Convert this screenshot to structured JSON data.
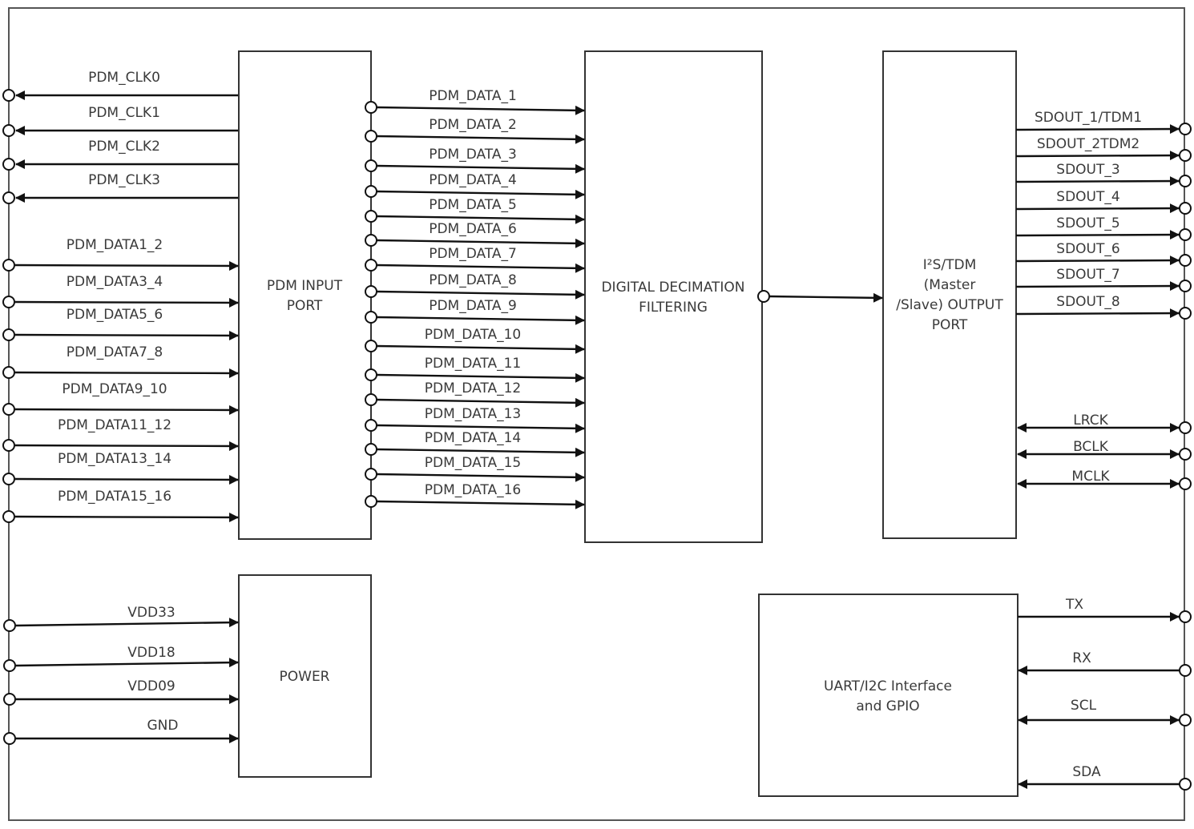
{
  "diagram": {
    "blocks": {
      "pdm_input": {
        "lines": [
          "PDM INPUT",
          "PORT"
        ]
      },
      "decimation": {
        "lines": [
          "DIGITAL DECIMATION",
          "FILTERING"
        ]
      },
      "output_port": {
        "lines": [
          "I²S/TDM",
          "(Master",
          "/Slave) OUTPUT",
          "PORT"
        ]
      },
      "power": {
        "lines": [
          "POWER"
        ]
      },
      "uart": {
        "lines": [
          "UART/I2C  Interface",
          "and GPIO"
        ]
      }
    },
    "pdm_clocks": [
      "PDM_CLK0",
      "PDM_CLK1",
      "PDM_CLK2",
      "PDM_CLK3"
    ],
    "pdm_data_inputs": [
      "PDM_DATA1_2",
      "PDM_DATA3_4",
      "PDM_DATA5_6",
      "PDM_DATA7_8",
      "PDM_DATA9_10",
      "PDM_DATA11_12",
      "PDM_DATA13_14",
      "PDM_DATA15_16"
    ],
    "pdm_data_channels": [
      "PDM_DATA_1",
      "PDM_DATA_2",
      "PDM_DATA_3",
      "PDM_DATA_4",
      "PDM_DATA_5",
      "PDM_DATA_6",
      "PDM_DATA_7",
      "PDM_DATA_8",
      "PDM_DATA_9",
      "PDM_DATA_10",
      "PDM_DATA_11",
      "PDM_DATA_12",
      "PDM_DATA_13",
      "PDM_DATA_14",
      "PDM_DATA_15",
      "PDM_DATA_16"
    ],
    "sdout": [
      "SDOUT_1/TDM1",
      "SDOUT_2TDM2",
      "SDOUT_3",
      "SDOUT_4",
      "SDOUT_5",
      "SDOUT_6",
      "SDOUT_7",
      "SDOUT_8"
    ],
    "clocks_out": [
      "LRCK",
      "BCLK",
      "MCLK"
    ],
    "power_pins": [
      "VDD33",
      "VDD18",
      "VDD09",
      "GND"
    ],
    "uart_pins": [
      {
        "name": "TX",
        "direction": "out"
      },
      {
        "name": "RX",
        "direction": "in"
      },
      {
        "name": "SCL",
        "direction": "bidirectional"
      },
      {
        "name": "SDA",
        "direction": "in"
      }
    ]
  }
}
